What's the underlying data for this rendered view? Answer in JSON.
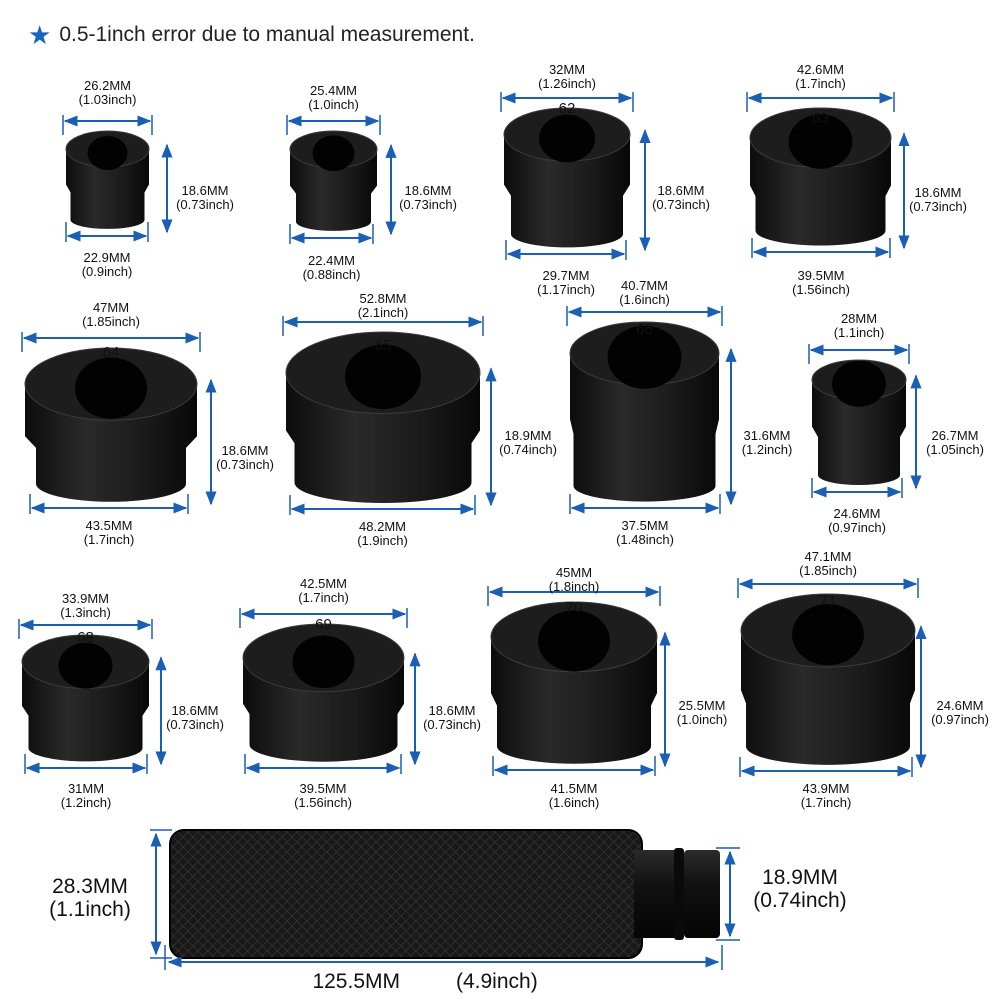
{
  "note": {
    "icon": "star-icon",
    "text": "0.5-1inch error due to manual measurement."
  },
  "colors": {
    "dimension_line": "#1a5fb4",
    "part": "#141414",
    "star": "#1565c0"
  },
  "rings": [
    {
      "number": "",
      "top": [
        "26.2MM",
        "(1.03inch)"
      ],
      "side": [
        "18.6MM",
        "(0.73inch)"
      ],
      "bottom": [
        "22.9MM",
        "(0.9inch)"
      ]
    },
    {
      "number": "",
      "top": [
        "25.4MM",
        "(1.0inch)"
      ],
      "side": [
        "18.6MM",
        "(0.73inch)"
      ],
      "bottom": [
        "22.4MM",
        "(0.88inch)"
      ]
    },
    {
      "number": "62",
      "top": [
        "32MM",
        "(1.26inch)"
      ],
      "side": [
        "18.6MM",
        "(0.73inch)"
      ],
      "bottom": [
        "29.7MM",
        "(1.17inch)"
      ]
    },
    {
      "number": "63",
      "top": [
        "42.6MM",
        "(1.7inch)"
      ],
      "side": [
        "18.6MM",
        "(0.73inch)"
      ],
      "bottom": [
        "39.5MM",
        "(1.56inch)"
      ]
    },
    {
      "number": "64",
      "top": [
        "47MM",
        "(1.85inch)"
      ],
      "side": [
        "18.6MM",
        "(0.73inch)"
      ],
      "bottom": [
        "43.5MM",
        "(1.7inch)"
      ]
    },
    {
      "number": "65",
      "top": [
        "52.8MM",
        "(2.1inch)"
      ],
      "side": [
        "18.9MM",
        "(0.74inch)"
      ],
      "bottom": [
        "48.2MM",
        "(1.9inch)"
      ]
    },
    {
      "number": "66",
      "top": [
        "40.7MM",
        "(1.6inch)"
      ],
      "side": [
        "31.6MM",
        "(1.2inch)"
      ],
      "bottom": [
        "37.5MM",
        "(1.48inch)"
      ]
    },
    {
      "number": "",
      "top": [
        "28MM",
        "(1.1inch)"
      ],
      "side": [
        "26.7MM",
        "(1.05inch)"
      ],
      "bottom": [
        "24.6MM",
        "(0.97inch)"
      ]
    },
    {
      "number": "68",
      "top": [
        "33.9MM",
        "(1.3inch)"
      ],
      "side": [
        "18.6MM",
        "(0.73inch)"
      ],
      "bottom": [
        "31MM",
        "(1.2inch)"
      ]
    },
    {
      "number": "69",
      "top": [
        "42.5MM",
        "(1.7inch)"
      ],
      "side": [
        "18.6MM",
        "(0.73inch)"
      ],
      "bottom": [
        "39.5MM",
        "(1.56inch)"
      ]
    },
    {
      "number": "70",
      "top": [
        "45MM",
        "(1.8inch)"
      ],
      "side": [
        "25.5MM",
        "(1.0inch)"
      ],
      "bottom": [
        "41.5MM",
        "(1.6inch)"
      ]
    },
    {
      "number": "71",
      "top": [
        "47.1MM",
        "(1.85inch)"
      ],
      "side": [
        "24.6MM",
        "(0.97inch)"
      ],
      "bottom": [
        "43.9MM",
        "(1.7inch)"
      ]
    }
  ],
  "handle": {
    "left": [
      "28.3MM",
      "(1.1inch)"
    ],
    "right": [
      "18.9MM",
      "(0.74inch)"
    ],
    "length": [
      "125.5MM",
      "(4.9inch)"
    ]
  }
}
